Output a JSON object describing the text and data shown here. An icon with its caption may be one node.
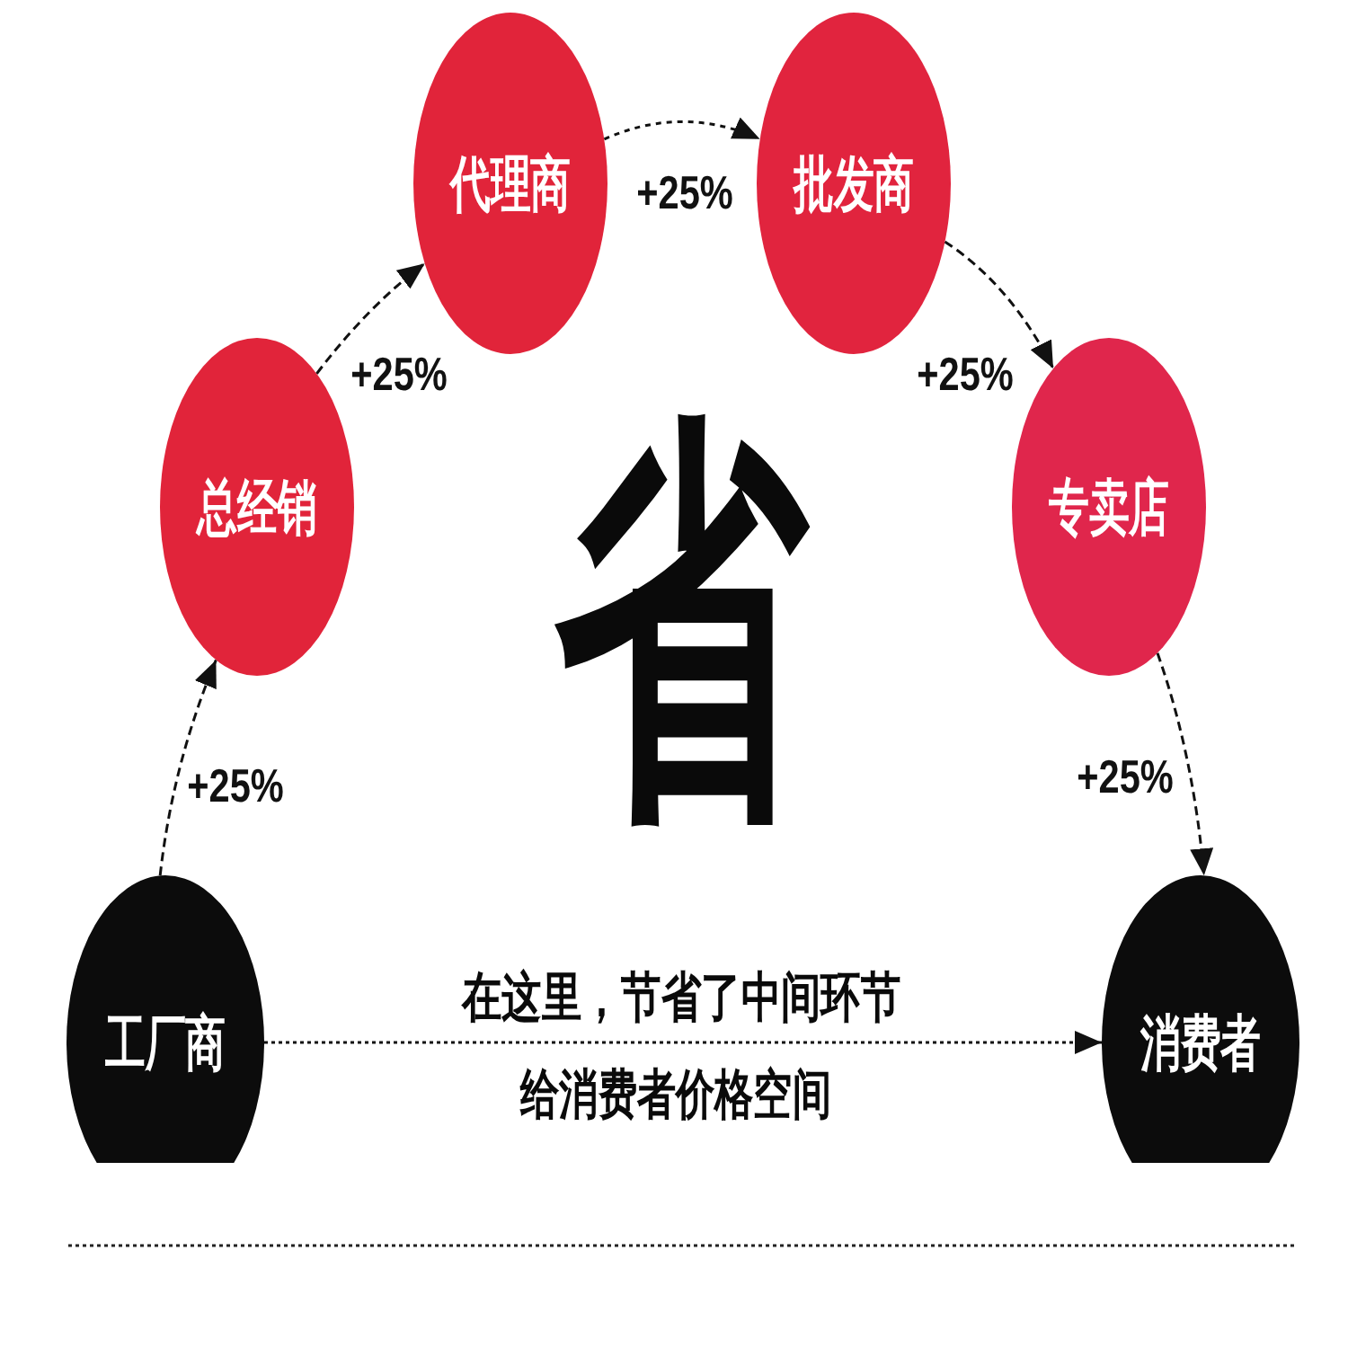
{
  "diagram": {
    "nodes": [
      {
        "text": [
          "工厂商"
        ]
      },
      {
        "text": [
          "总经销"
        ]
      },
      {
        "text": [
          "代理商"
        ]
      },
      {
        "text": [
          "批发商"
        ]
      },
      {
        "text": [
          "专卖店"
        ]
      },
      {
        "text": [
          "消费者"
        ]
      }
    ],
    "edges": [
      {
        "from": 0,
        "to": 1,
        "arrow": "to",
        "label": "+25%",
        "style": "dashed"
      },
      {
        "from": 1,
        "to": 2,
        "arrow": "to",
        "label": "+25%",
        "style": "dashed"
      },
      {
        "from": 2,
        "to": 3,
        "arrow": "to",
        "label": "+25%",
        "style": "dashed"
      },
      {
        "from": 3,
        "to": 4,
        "arrow": "to",
        "label": "+25%",
        "style": "dashed"
      },
      {
        "from": 4,
        "to": 5,
        "arrow": "to",
        "label": "+25%",
        "style": "dashed"
      },
      {
        "from": 0,
        "to": 5,
        "arrow": "to",
        "style": "dashed"
      }
    ],
    "labels": [
      "省",
      "在这里，节省了中间环节",
      "给消费者价格空间"
    ]
  }
}
